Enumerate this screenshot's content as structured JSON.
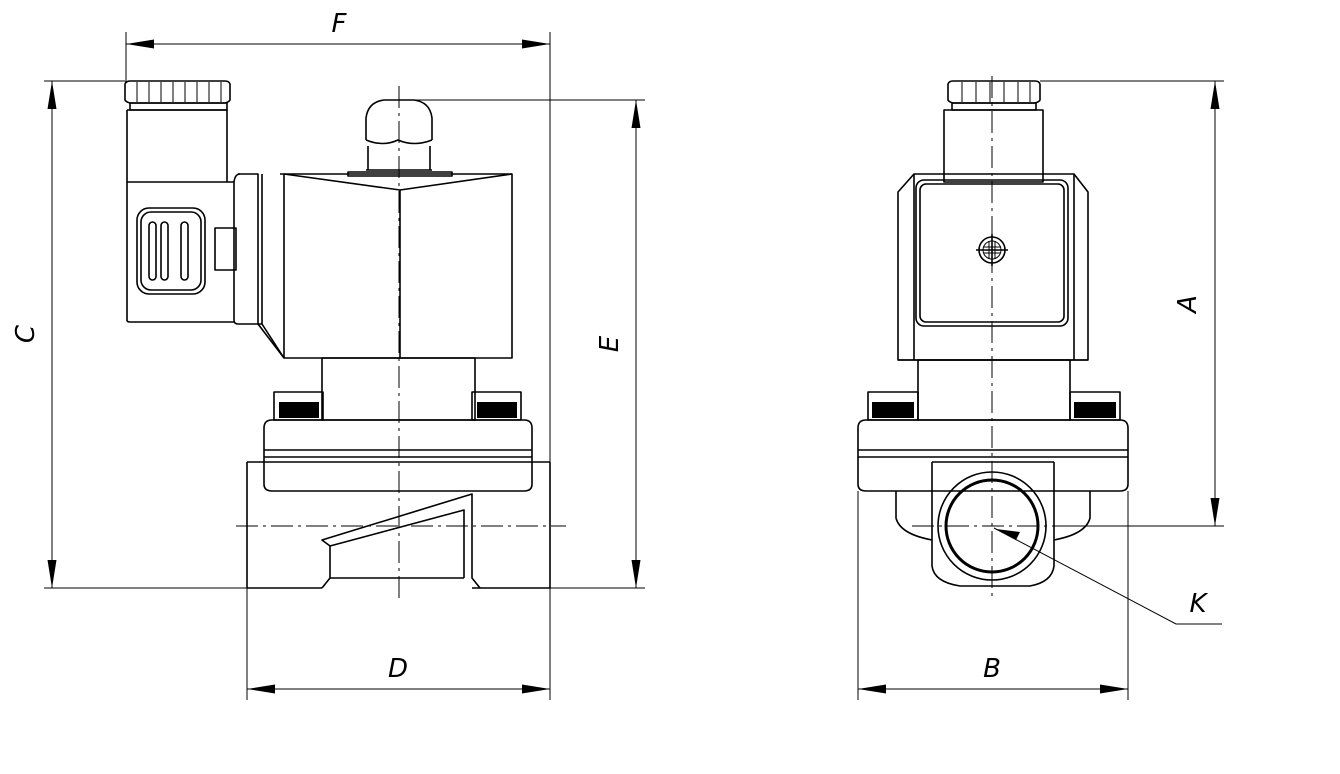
{
  "dimension_labels": {
    "F": "F",
    "C": "C",
    "E": "E",
    "D": "D",
    "A": "A",
    "B": "B",
    "K": "K"
  }
}
